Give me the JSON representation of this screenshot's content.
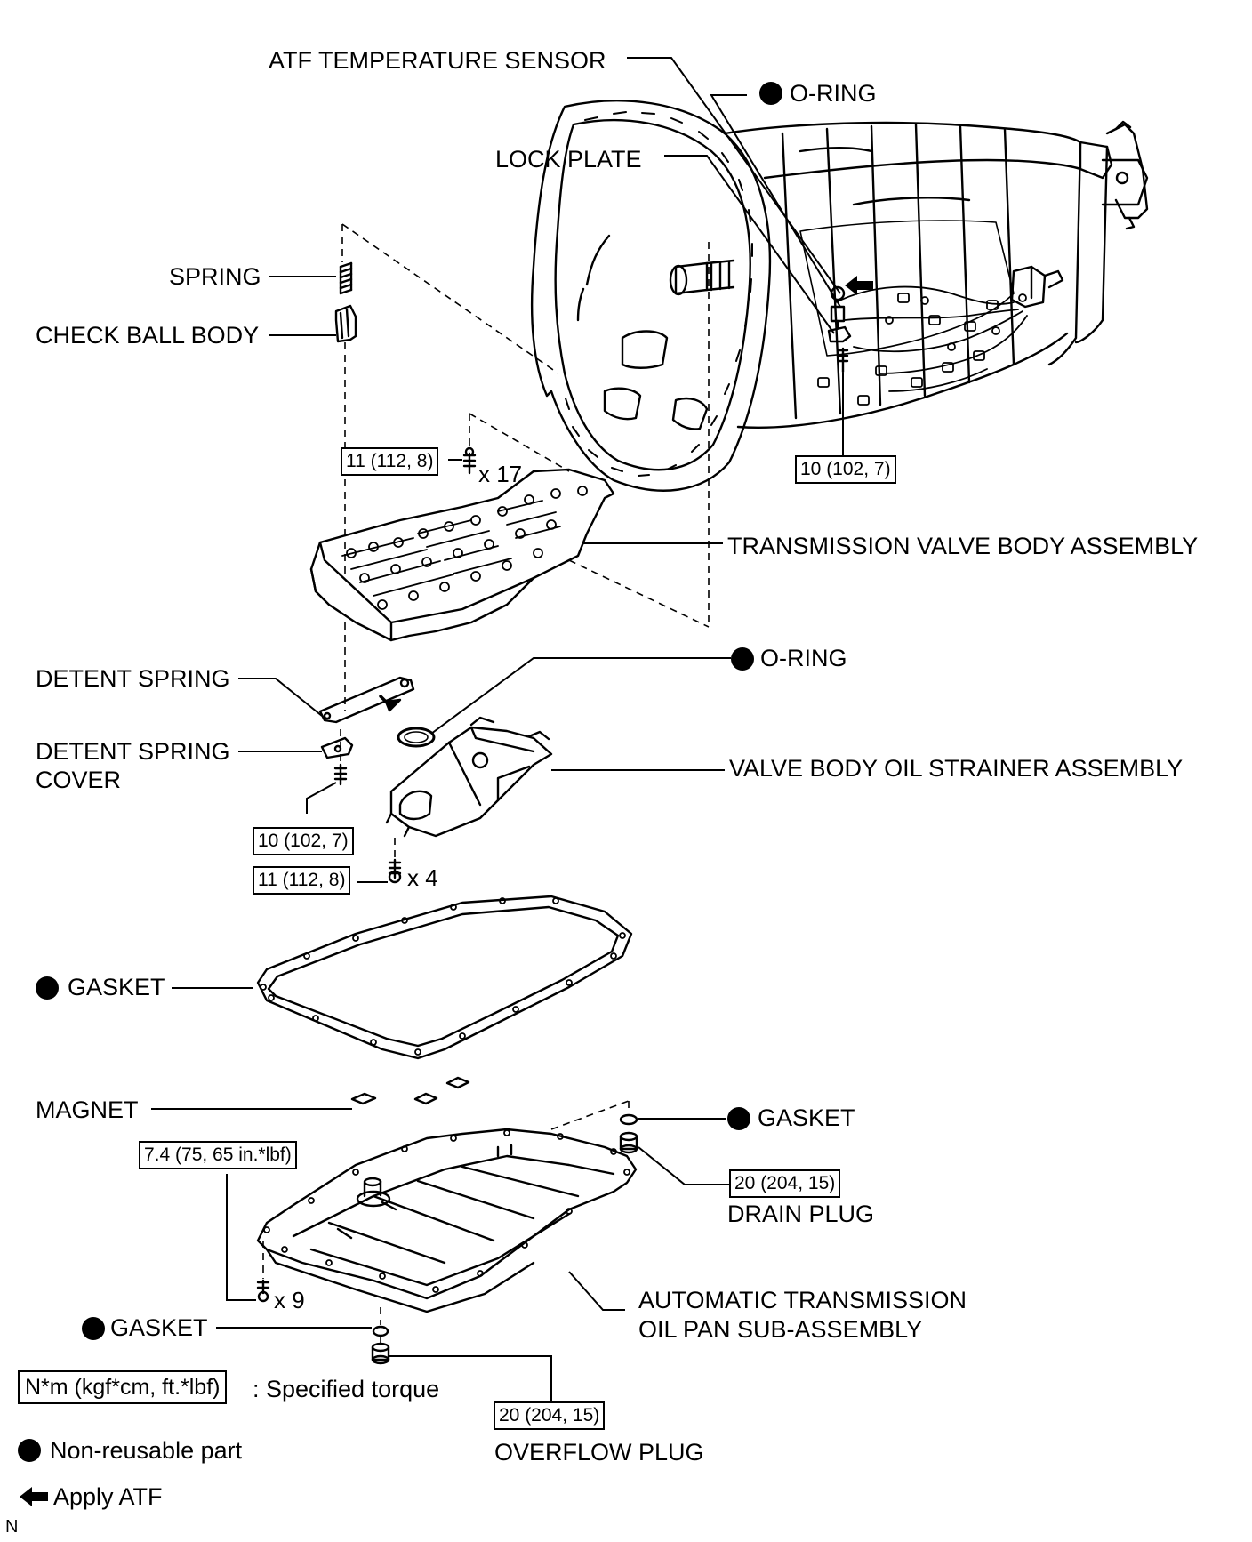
{
  "labels": {
    "atf_temp_sensor": "ATF TEMPERATURE SENSOR",
    "o_ring_top": "O-RING",
    "lock_plate": "LOCK PLATE",
    "spring": "SPRING",
    "check_ball_body": "CHECK BALL BODY",
    "valve_body": "TRANSMISSION VALVE BODY ASSEMBLY",
    "o_ring_mid": "O-RING",
    "detent_spring": "DETENT SPRING",
    "detent_spring_cover_1": "DETENT SPRING",
    "detent_spring_cover_2": "COVER",
    "strainer": "VALVE BODY OIL STRAINER ASSEMBLY",
    "gasket_pan": "GASKET",
    "magnet": "MAGNET",
    "gasket_drain": "GASKET",
    "drain_plug": "DRAIN PLUG",
    "oil_pan_1": "AUTOMATIC TRANSMISSION",
    "oil_pan_2": "OIL PAN SUB-ASSEMBLY",
    "gasket_overflow": "GASKET",
    "overflow_plug": "OVERFLOW PLUG"
  },
  "torques": {
    "valve_body_bolts": "11 (112, 8)",
    "sensor_bolt": "10 (102, 7)",
    "detent_bolt": "10 (102, 7)",
    "strainer_bolts": "11 (112, 8)",
    "pan_bolts": "7.4 (75, 65 in.*lbf)",
    "drain_plug": "20 (204, 15)",
    "overflow_plug": "20 (204, 15)"
  },
  "quantities": {
    "valve_body_bolts": "x 17",
    "strainer_bolts": "x 4",
    "pan_bolts": "x 9"
  },
  "legend": {
    "torque_unit": "N*m (kgf*cm, ft.*lbf)",
    "torque_desc": ": Specified torque",
    "non_reusable": "Non-reusable part",
    "apply_atf": "Apply ATF"
  },
  "corner_mark": "N"
}
